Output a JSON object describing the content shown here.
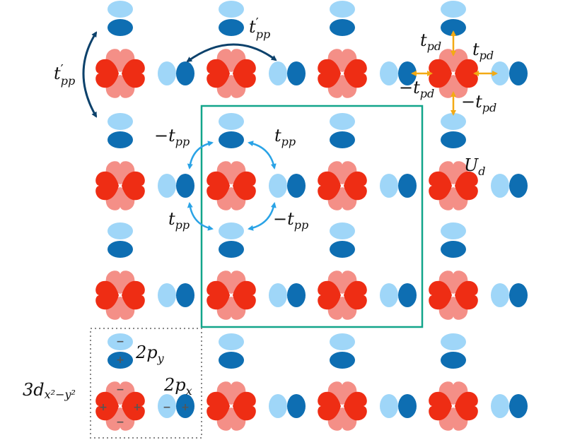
{
  "colors": {
    "d_dark": "#ee2d14",
    "d_light": "#f48f87",
    "p_dark": "#0e6eb2",
    "p_light": "#9fd6f8",
    "unit_cell": "#12a58a",
    "long_arrow": "#0c416b",
    "short_arrow": "#2aa3e6",
    "pd_arrow": "#f3aa14",
    "legend_border": "#888888",
    "sign": "#555555"
  },
  "orbitals": {
    "d": "3dx²−y²",
    "px": "2px",
    "py": "2py"
  },
  "hoppings": {
    "tpd": "tpd",
    "neg_tpd": "−tpd",
    "tpp": "tpp",
    "neg_tpp": "−tpp",
    "tpp_prime": "t′pp",
    "Ud": "Ud"
  },
  "labels": {
    "tpp_prime_left": {
      "sym": "t",
      "prime": "′",
      "sub": "pp"
    },
    "tpp_prime_top": {
      "sym": "t",
      "prime": "′",
      "sub": "pp"
    },
    "tpd_top": {
      "sym": "t",
      "sub": "pd"
    },
    "tpd_right": {
      "sym": "t",
      "sub": "pd"
    },
    "neg_tpd_left": {
      "sym": "−t",
      "sub": "pd"
    },
    "neg_tpd_bottom": {
      "sym": "−t",
      "sub": "pd"
    },
    "neg_tpp_tl": {
      "sym": "−t",
      "sub": "pp"
    },
    "tpp_tr": {
      "sym": "t",
      "sub": "pp"
    },
    "tpp_bl": {
      "sym": "t",
      "sub": "pp"
    },
    "neg_tpp_br": {
      "sym": "−t",
      "sub": "pp"
    },
    "Ud": {
      "sym": "U",
      "sub": "d"
    },
    "legend_d": {
      "sym": "3d",
      "sub": "x²−y²"
    },
    "legend_px": {
      "sym": "2p",
      "sub": "x"
    },
    "legend_py": {
      "sym": "2p",
      "sub": "y"
    }
  },
  "legend_signs": {
    "minus": "−",
    "plus": "+"
  }
}
